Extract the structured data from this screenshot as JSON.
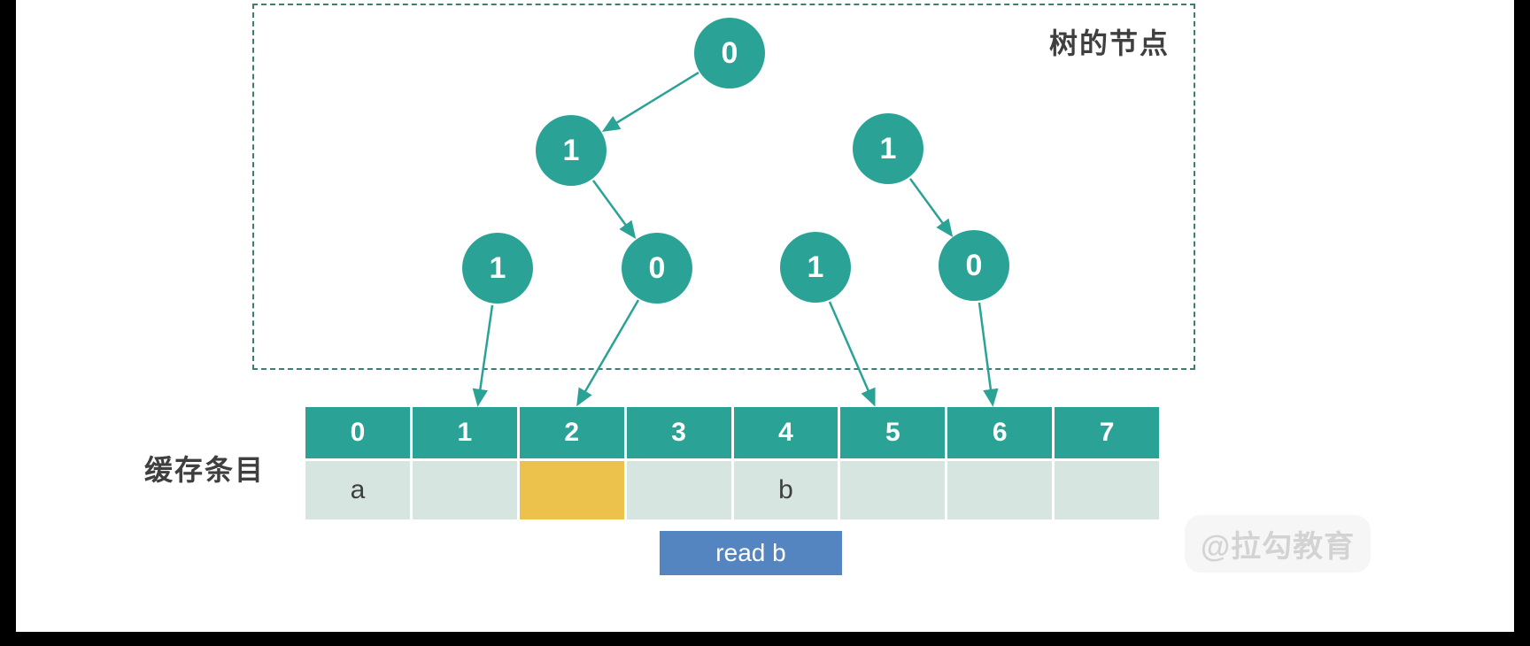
{
  "tree": {
    "box_label": "树的节点",
    "nodes": [
      {
        "id": "root",
        "value": "0"
      },
      {
        "id": "left",
        "value": "1"
      },
      {
        "id": "right",
        "value": "1"
      },
      {
        "id": "left-left",
        "value": "1"
      },
      {
        "id": "left-right",
        "value": "0"
      },
      {
        "id": "right-left",
        "value": "1"
      },
      {
        "id": "right-right",
        "value": "0"
      }
    ],
    "edges": [
      {
        "from": "root",
        "to": "left"
      },
      {
        "from": "left",
        "to": "left-right"
      },
      {
        "from": "right",
        "to": "right-right"
      },
      {
        "from": "left-left",
        "to": "cache-cell-1"
      },
      {
        "from": "left-right",
        "to": "cache-cell-2"
      },
      {
        "from": "right-left",
        "to": "cache-cell-5"
      },
      {
        "from": "right-right",
        "to": "cache-cell-6"
      }
    ]
  },
  "cache": {
    "label": "缓存条目",
    "headers": [
      "0",
      "1",
      "2",
      "3",
      "4",
      "5",
      "6",
      "7"
    ],
    "cells": [
      "a",
      "",
      "",
      "",
      "b",
      "",
      "",
      ""
    ],
    "highlighted_index": 2
  },
  "action": {
    "label": "read b"
  },
  "watermark": {
    "text": "@拉勾教育"
  },
  "colors": {
    "node": "#2aa396",
    "cell": "#d7e5e1",
    "highlight": "#ecc24d",
    "action": "#5585c1",
    "text": "#3f3f3f"
  }
}
